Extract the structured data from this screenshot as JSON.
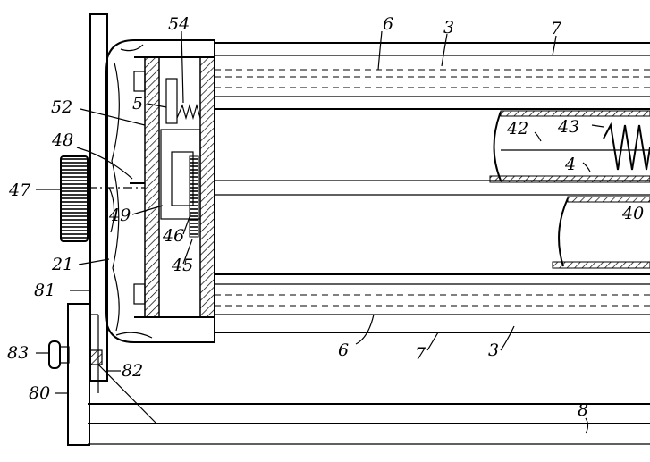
{
  "labels": {
    "l54": "54",
    "l6a": "6",
    "l3a": "3",
    "l7a": "7",
    "l52": "52",
    "l5": "5",
    "l42": "42",
    "l43": "43",
    "l48": "48",
    "l4": "4",
    "l47": "47",
    "l49": "49",
    "l46": "46",
    "l40": "40",
    "l21": "21",
    "l45": "45",
    "l81": "81",
    "l6b": "6",
    "l7b": "7",
    "l3b": "3",
    "l83": "83",
    "l82": "82",
    "l80": "80",
    "l8": "8"
  },
  "colors": {
    "ink": "#000000",
    "paper": "#ffffff"
  }
}
